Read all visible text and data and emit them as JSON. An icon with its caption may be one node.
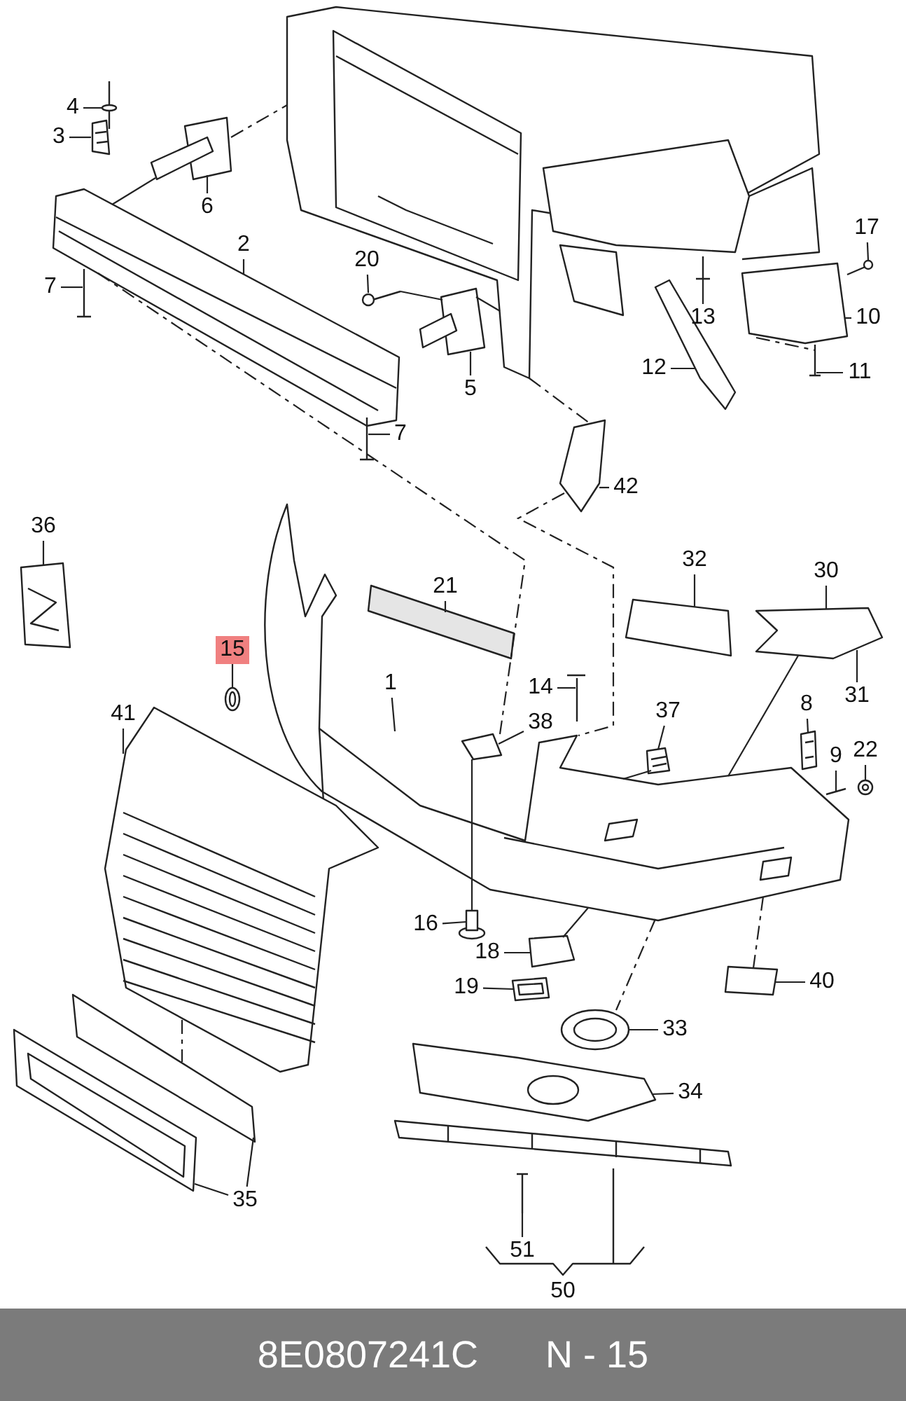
{
  "diagram": {
    "nodes": [
      {
        "text": [
          "4"
        ]
      },
      {
        "text": [
          "3"
        ]
      },
      {
        "text": [
          "6"
        ]
      },
      {
        "text": [
          "17"
        ]
      },
      {
        "text": [
          "2"
        ]
      },
      {
        "text": [
          "20"
        ]
      },
      {
        "text": [
          "7"
        ]
      },
      {
        "text": [
          "13"
        ]
      },
      {
        "text": [
          "10"
        ]
      },
      {
        "text": [
          "5"
        ]
      },
      {
        "text": [
          "12"
        ]
      },
      {
        "text": [
          "11"
        ]
      },
      {
        "text": [
          "7"
        ]
      },
      {
        "text": [
          "42"
        ]
      },
      {
        "text": [
          "36"
        ]
      },
      {
        "text": [
          "32"
        ]
      },
      {
        "text": [
          "30"
        ]
      },
      {
        "text": [
          "21"
        ]
      },
      {
        "text": [
          "15"
        ]
      },
      {
        "text": [
          "1"
        ]
      },
      {
        "text": [
          "14"
        ]
      },
      {
        "text": [
          "31"
        ]
      },
      {
        "text": [
          "41"
        ]
      },
      {
        "text": [
          "38"
        ]
      },
      {
        "text": [
          "37"
        ]
      },
      {
        "text": [
          "8"
        ]
      },
      {
        "text": [
          "22"
        ]
      },
      {
        "text": [
          "9"
        ]
      },
      {
        "text": [
          "16"
        ]
      },
      {
        "text": [
          "18"
        ]
      },
      {
        "text": [
          "40"
        ]
      },
      {
        "text": [
          "19"
        ]
      },
      {
        "text": [
          "33"
        ]
      },
      {
        "text": [
          "34"
        ]
      },
      {
        "text": [
          "35"
        ]
      },
      {
        "text": [
          "51"
        ]
      },
      {
        "text": [
          "50"
        ]
      },
      {
        "text": [],
        "shape": "picture"
      },
      {
        "text": [],
        "shape": "picture"
      },
      {
        "text": [],
        "shape": "picture"
      },
      {
        "text": [],
        "shape": "picture"
      },
      {
        "text": [],
        "shape": "picture"
      },
      {
        "text": [],
        "shape": "picture"
      },
      {
        "text": [],
        "shape": "picture"
      },
      {
        "text": [],
        "shape": "picture"
      },
      {
        "text": [],
        "shape": "picture"
      },
      {
        "text": [],
        "shape": "picture"
      },
      {
        "text": [],
        "shape": "picture"
      },
      {
        "text": [],
        "shape": "picture"
      },
      {
        "text": [],
        "shape": "picture"
      },
      {
        "text": [],
        "shape": "picture"
      },
      {
        "text": [],
        "shape": "picture"
      },
      {
        "text": [],
        "shape": "picture"
      },
      {
        "text": [],
        "shape": "picture"
      },
      {
        "text": [],
        "shape": "picture"
      },
      {
        "text": [],
        "shape": "picture"
      },
      {
        "text": [],
        "shape": "picture"
      },
      {
        "text": [],
        "shape": "picture"
      },
      {
        "text": [],
        "shape": "picture"
      },
      {
        "text": [],
        "shape": "picture"
      },
      {
        "text": [],
        "shape": "picture"
      },
      {
        "text": [],
        "shape": "picture"
      },
      {
        "text": [],
        "shape": "picture"
      },
      {
        "text": [],
        "shape": "picture"
      },
      {
        "text": [],
        "shape": "picture"
      },
      {
        "text": [],
        "shape": "picture"
      },
      {
        "text": [],
        "shape": "picture"
      },
      {
        "text": [],
        "shape": "picture"
      },
      {
        "text": [],
        "shape": "picture"
      },
      {
        "text": [],
        "shape": "picture"
      },
      {
        "text": [],
        "shape": "picture"
      },
      {
        "text": [],
        "shape": "picture"
      },
      {
        "text": [],
        "shape": "picture"
      },
      {
        "text": [],
        "shape": "picture"
      },
      {
        "text": [],
        "shape": "picture"
      }
    ],
    "edges": [
      {
        "from": 0,
        "to": 37,
        "arrow": "none"
      },
      {
        "from": 1,
        "to": 38,
        "arrow": "none"
      },
      {
        "from": 2,
        "to": 39,
        "arrow": "none"
      },
      {
        "from": 3,
        "to": 41,
        "arrow": "none"
      },
      {
        "from": 4,
        "to": 42,
        "arrow": "none"
      },
      {
        "from": 5,
        "to": 43,
        "arrow": "none"
      },
      {
        "from": 6,
        "to": 44,
        "arrow": "none"
      },
      {
        "from": 7,
        "to": 45,
        "arrow": "none"
      },
      {
        "from": 8,
        "to": 46,
        "arrow": "none"
      },
      {
        "from": 9,
        "to": 47,
        "arrow": "none"
      },
      {
        "from": 10,
        "to": 48,
        "arrow": "none"
      },
      {
        "from": 11,
        "to": 49,
        "arrow": "none"
      },
      {
        "from": 12,
        "to": 50,
        "arrow": "none"
      },
      {
        "from": 13,
        "to": 51,
        "arrow": "none"
      },
      {
        "from": 14,
        "to": 52,
        "arrow": "none"
      },
      {
        "from": 15,
        "to": 53,
        "arrow": "none"
      },
      {
        "from": 16,
        "to": 54,
        "arrow": "none"
      },
      {
        "from": 17,
        "to": 55,
        "arrow": "none"
      },
      {
        "from": 18,
        "to": 56,
        "arrow": "none"
      },
      {
        "from": 19,
        "to": 57,
        "arrow": "none"
      },
      {
        "from": 20,
        "to": 58,
        "arrow": "none"
      },
      {
        "from": 21,
        "to": 54,
        "arrow": "none"
      },
      {
        "from": 22,
        "to": 59,
        "arrow": "none"
      },
      {
        "from": 23,
        "to": 60,
        "arrow": "none"
      },
      {
        "from": 24,
        "to": 61,
        "arrow": "none"
      },
      {
        "from": 25,
        "to": 62,
        "arrow": "none"
      },
      {
        "from": 26,
        "to": 63,
        "arrow": "none"
      },
      {
        "from": 27,
        "to": 64,
        "arrow": "none"
      },
      {
        "from": 28,
        "to": 65,
        "arrow": "none"
      },
      {
        "from": 29,
        "to": 66,
        "arrow": "none"
      },
      {
        "from": 30,
        "to": 67,
        "arrow": "none"
      },
      {
        "from": 31,
        "to": 68,
        "arrow": "none"
      },
      {
        "from": 32,
        "to": 69,
        "arrow": "none"
      },
      {
        "from": 33,
        "to": 70,
        "arrow": "none"
      },
      {
        "from": 34,
        "to": 71,
        "arrow": "none"
      },
      {
        "from": 34,
        "to": 72,
        "arrow": "none"
      },
      {
        "from": 35,
        "to": 73,
        "arrow": "none"
      },
      {
        "from": 39,
        "to": 40,
        "arrow": "none",
        "style": "dashed"
      },
      {
        "from": 42,
        "to": 60,
        "arrow": "none",
        "style": "dashed"
      },
      {
        "from": 40,
        "to": 51,
        "arrow": "none",
        "style": "dashed"
      },
      {
        "from": 51,
        "to": 57,
        "arrow": "none",
        "style": "dashed"
      },
      {
        "from": 46,
        "to": 49,
        "arrow": "none",
        "style": "dashed"
      },
      {
        "from": 59,
        "to": 71,
        "arrow": "none",
        "style": "dashed"
      },
      {
        "from": 57,
        "to": 66,
        "arrow": "none"
      },
      {
        "from": 57,
        "to": 69,
        "arrow": "none",
        "style": "dashed"
      },
      {
        "from": 57,
        "to": 67,
        "arrow": "none",
        "style": "dashed"
      },
      {
        "from": 54,
        "to": 57,
        "arrow": "none"
      },
      {
        "from": 61,
        "to": 57,
        "arrow": "none"
      },
      {
        "from": 60,
        "to": 65,
        "arrow": "none"
      },
      {
        "from": 42,
        "to": 39,
        "arrow": "none"
      },
      {
        "from": 43,
        "to": 47,
        "arrow": "none"
      },
      {
        "from": 47,
        "to": 40,
        "arrow": "none"
      }
    ],
    "labels": [
      "8E0807241C",
      "N - 15"
    ]
  }
}
